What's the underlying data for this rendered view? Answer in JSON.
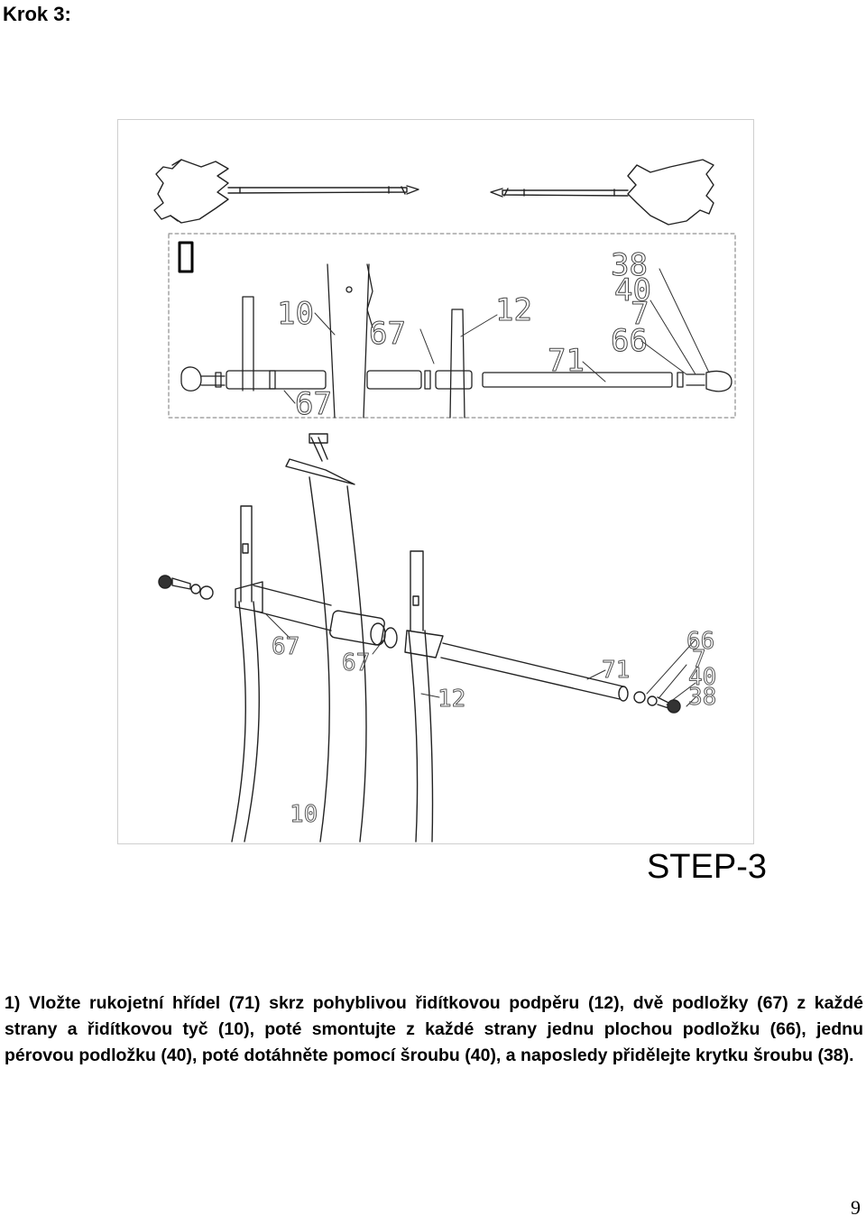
{
  "heading": "Krok 3:",
  "step_label": "STEP-3",
  "instruction": "1) Vložte rukojetní hřídel (71) skrz pohyblivou řidítkovou podpěru (12), dvě podložky (67) z každé strany a řidítkovou tyč (10), poté smontujte z každé strany jednu plochou podložku (66), jednu pérovou podložku (40), poté dotáhněte pomocí šroubu (40), a naposledy přidělejte krytku šroubu (38).",
  "page_number": "9",
  "diagram": {
    "detail_labels": [
      "10",
      "67",
      "12",
      "38",
      "40",
      "7",
      "66",
      "71",
      "67"
    ],
    "main_labels": [
      "67",
      "67",
      "12",
      "71",
      "66",
      "7",
      "40",
      "38",
      "10"
    ]
  }
}
